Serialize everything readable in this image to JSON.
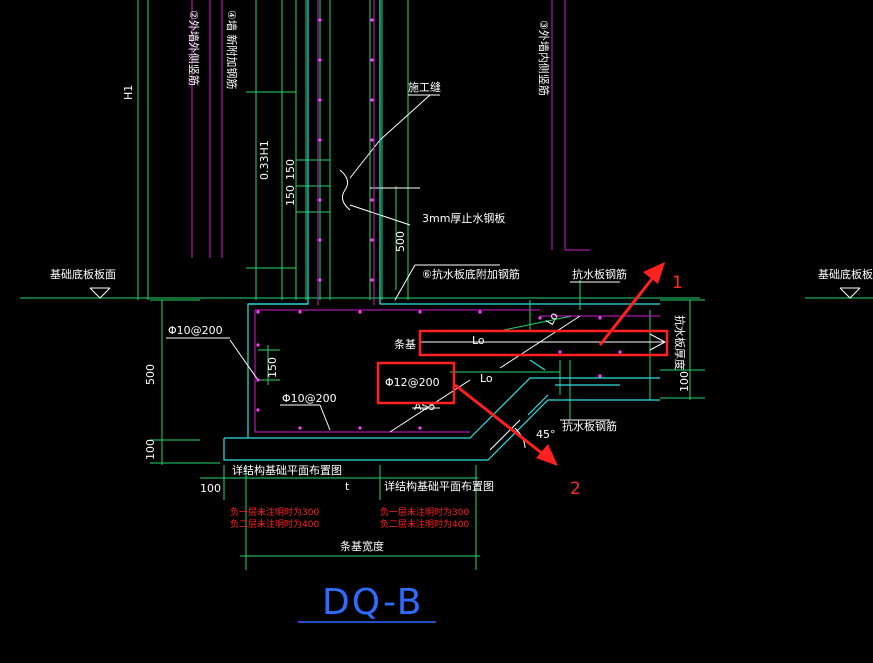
{
  "labels": {
    "h1": "H1",
    "h033": "0.33H1",
    "dim150a": "150",
    "dim150b": "150",
    "dim500v": "500",
    "dim500left": "500",
    "dim100left": "100",
    "dim150inner": "150",
    "dim100right": "100",
    "dim100bottom": "100",
    "t": "t",
    "construction_joint": "施工缝",
    "steel_plate": "3mm厚止水钢板",
    "rebar_outer_vertical": "②外墙外侧竖筋",
    "rebar_wall_add": "④墙 新附加钢筋",
    "rebar_inner_vertical": "③外墙内侧竖筋",
    "rebar_raft_add": "⑥抗水板底附加钢筋",
    "antiwater_rebar_top": "抗水板钢筋",
    "antiwater_rebar_bottom": "抗水板钢筋",
    "antiwater_thickness": "抗水板厚度",
    "strip_base": "条基",
    "lo_top": "Lo",
    "lo_bottom": "Lo",
    "lo_diag": "Lo",
    "rebar_phi12": "Φ12@200",
    "rebar_phi10_a": "Φ10@200",
    "rebar_phi10_b": "Φ10@200",
    "as5": "AS5",
    "angle": "45°",
    "floor_left": "基础底板板面",
    "floor_right": "基础底板板面",
    "plan_ref_left": "详结构基础平面布置图",
    "plan_ref_right": "详结构基础平面布置图",
    "note_left_1": "负一层未注明时为300",
    "note_left_2": "负二层未注明时为400",
    "note_right_1": "负一层未注明时为300",
    "note_right_2": "负二层未注明时为400",
    "strip_width": "条基宽度",
    "title": "DQ-B",
    "ann1": "1",
    "ann2": "2"
  },
  "colors": {
    "annotation_red": "#ff2020",
    "title_blue": "#2f6bff",
    "rebar_magenta": "#d020d0",
    "dimension_green": "#22d86a",
    "outline_cyan": "#2ee0e0"
  }
}
